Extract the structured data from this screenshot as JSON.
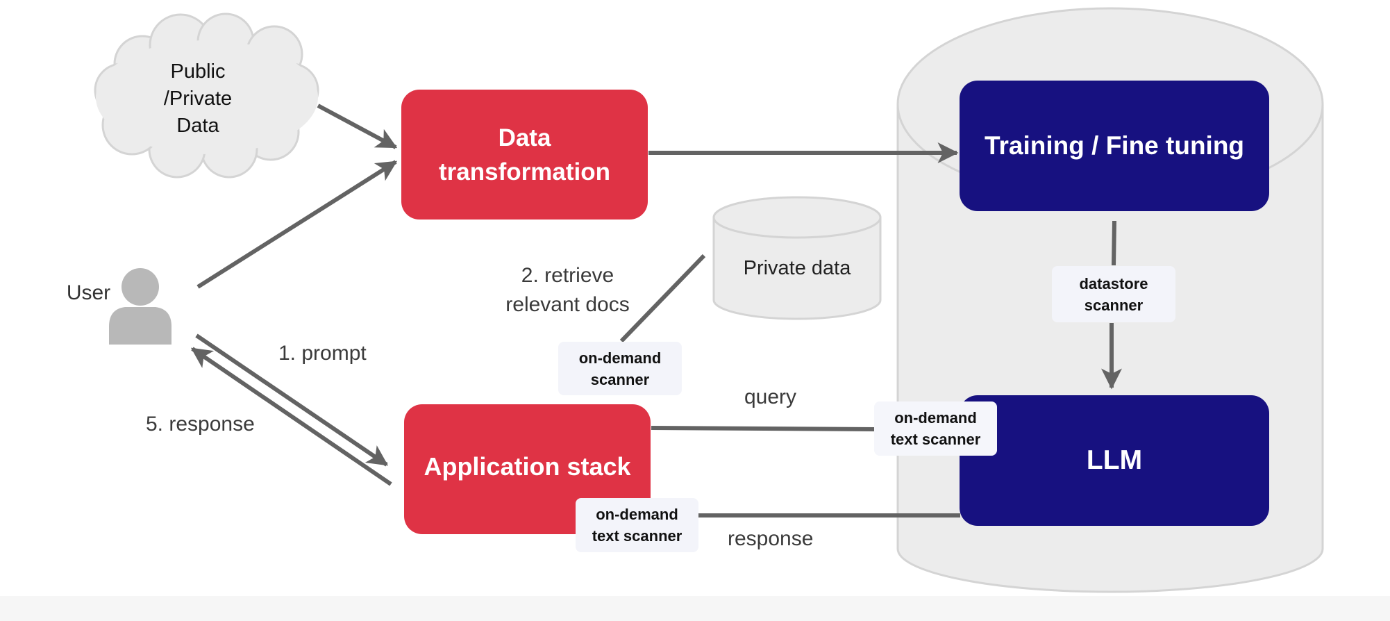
{
  "nodes": {
    "cloud": "Public\n/Private\nData",
    "data_transformation": "Data\ntransformation",
    "training": "Training / Fine tuning",
    "llm": "LLM",
    "application_stack": "Application stack",
    "private_data": "Private data",
    "user": "User"
  },
  "scanners": {
    "datastore": "datastore\nscanner",
    "on_demand": "on-demand\nscanner",
    "text_query": "on-demand\ntext scanner",
    "text_response": "on-demand\ntext scanner"
  },
  "edges": {
    "prompt": "1. prompt",
    "retrieve": "2. retrieve\nrelevant docs",
    "query": "query",
    "response_llm": "response",
    "response_user": "5. response"
  },
  "colors": {
    "red_box": "#df3345",
    "navy_box": "#171180",
    "arrow": "#636363",
    "cylinder_fill": "#ececec",
    "cylinder_stroke": "#d4d4d4",
    "scanner_tag": "#f3f4fa"
  }
}
